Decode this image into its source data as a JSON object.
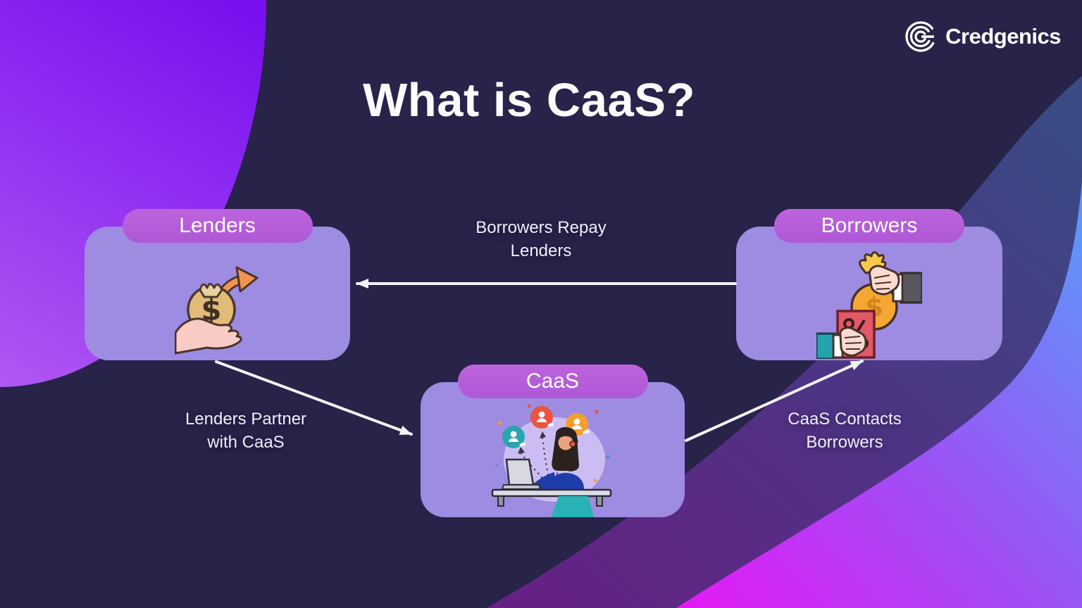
{
  "brand": {
    "name": "Credgenics",
    "icon": "credgenics-logo-icon"
  },
  "title": {
    "text": "What is CaaS?"
  },
  "nodes": [
    {
      "id": "lenders",
      "label": "Lenders",
      "icon": "hand-money-bag-icon"
    },
    {
      "id": "borrowers",
      "label": "Borrowers",
      "icon": "money-exchange-hands-icon"
    },
    {
      "id": "caas",
      "label": "CaaS",
      "icon": "call-center-agent-icon"
    }
  ],
  "edges": [
    {
      "from": "borrowers",
      "to": "lenders",
      "label": "Borrowers Repay Lenders"
    },
    {
      "from": "lenders",
      "to": "caas",
      "label": "Lenders Partner with CaaS"
    },
    {
      "from": "caas",
      "to": "borrowers",
      "label": "CaaS Contacts Borrowers"
    }
  ],
  "colors": {
    "background_navy": "#272349",
    "card_lavender": "#9d8ce1",
    "pill_purple": "#b560d9",
    "blob_violet_dark": "#7a10ee",
    "blob_violet_bright": "#b158f2",
    "gradient_magenta": "#e519f6",
    "gradient_violet": "#a04ef5",
    "gradient_blue": "#5e96f8",
    "arrow_white": "#f3f2fb",
    "text_white": "#fbfbfe"
  }
}
